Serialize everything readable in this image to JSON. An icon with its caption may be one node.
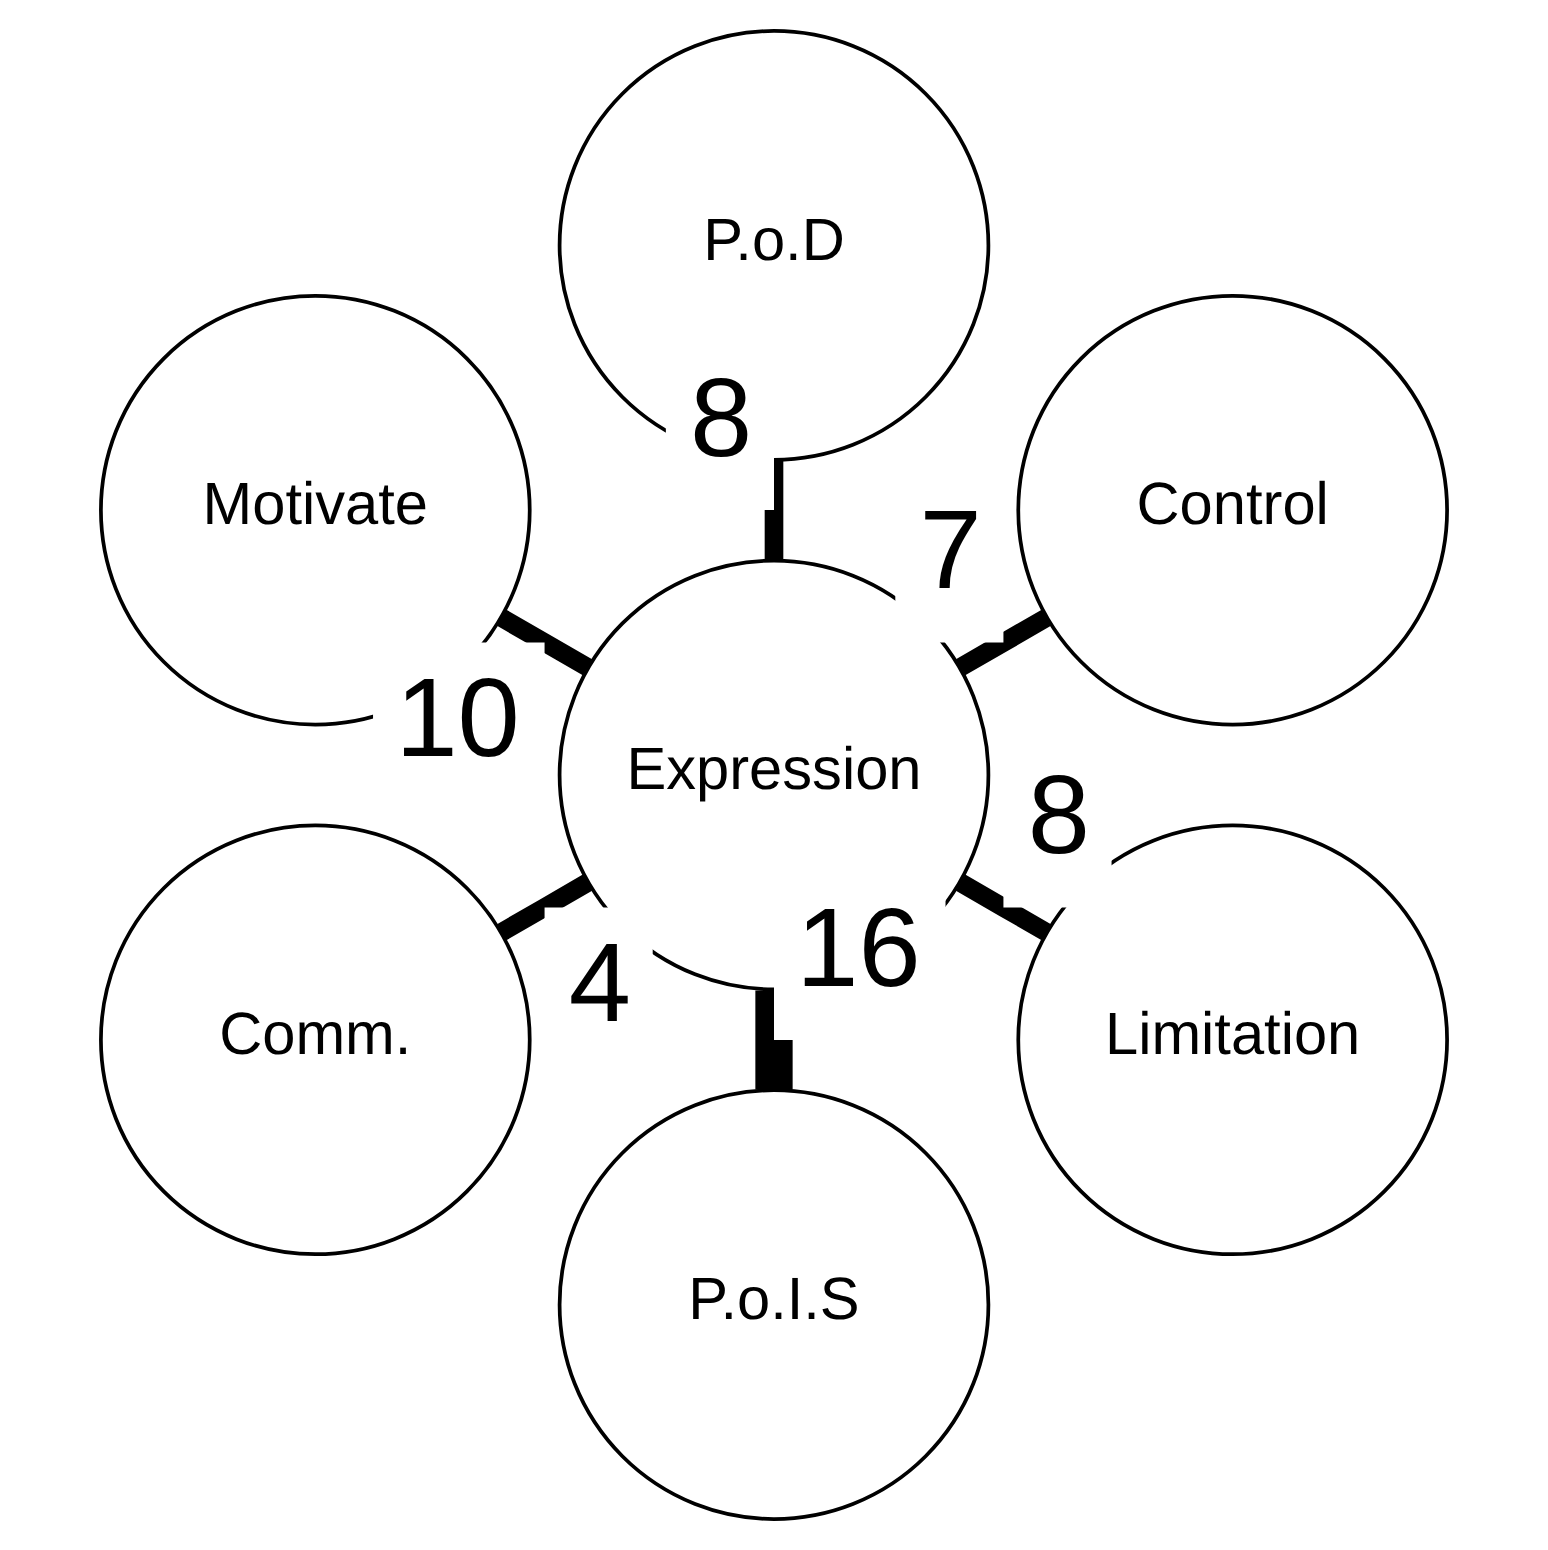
{
  "diagram": {
    "nodes": [
      {
        "text": [
          "Control"
        ]
      },
      {
        "text": [
          "P.o.D"
        ]
      },
      {
        "text": [
          "Motivate"
        ]
      },
      {
        "text": [
          "Expression"
        ]
      },
      {
        "text": [
          "Comm."
        ]
      },
      {
        "text": [
          "P.o.I.S"
        ]
      },
      {
        "text": [
          "Limitation"
        ]
      }
    ],
    "edges": [
      {
        "from": 3,
        "to": 0,
        "arrow": "none",
        "label": "7"
      },
      {
        "from": 3,
        "to": 1,
        "arrow": "none",
        "label": "8"
      },
      {
        "from": 3,
        "to": 2,
        "arrow": "none",
        "label": "10"
      },
      {
        "from": 3,
        "to": 4,
        "arrow": "none",
        "label": "4"
      },
      {
        "from": 3,
        "to": 5,
        "arrow": "none",
        "label": "16",
        "style": "thick"
      },
      {
        "from": 3,
        "to": 6,
        "arrow": "none",
        "label": "8"
      }
    ]
  }
}
